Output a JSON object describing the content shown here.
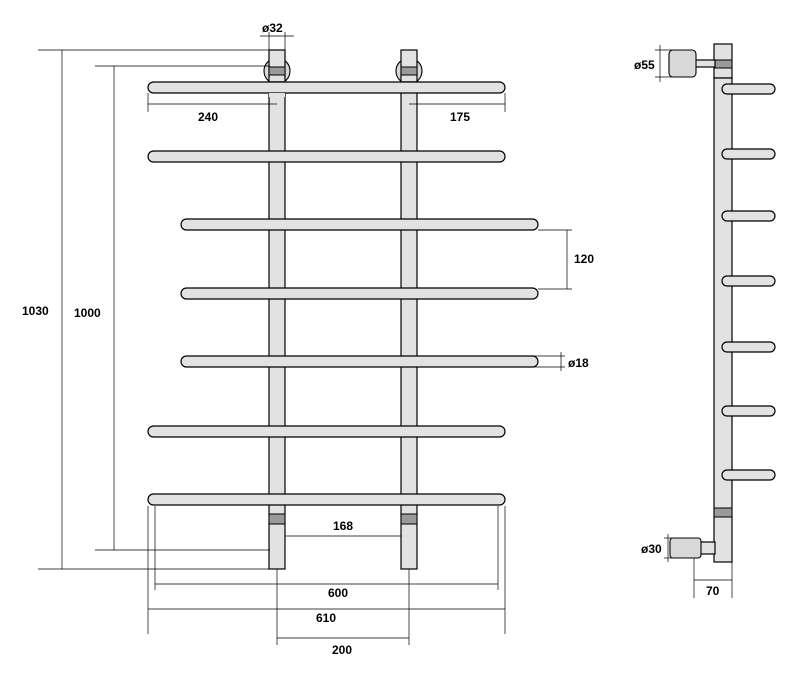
{
  "front_view": {
    "dimensions": {
      "total_height": "1030",
      "axis_height": "1000",
      "inlet_diameter": "ø32",
      "left_overhang": "240",
      "right_overhang": "175",
      "bar_spacing": "120",
      "bar_diameter": "ø18",
      "inner_gap": "168",
      "bar_length": "600",
      "overall_width": "610",
      "center_distance": "200"
    }
  },
  "side_view": {
    "dimensions": {
      "top_diameter": "ø55",
      "bottom_diameter": "ø30",
      "depth": "70"
    }
  }
}
